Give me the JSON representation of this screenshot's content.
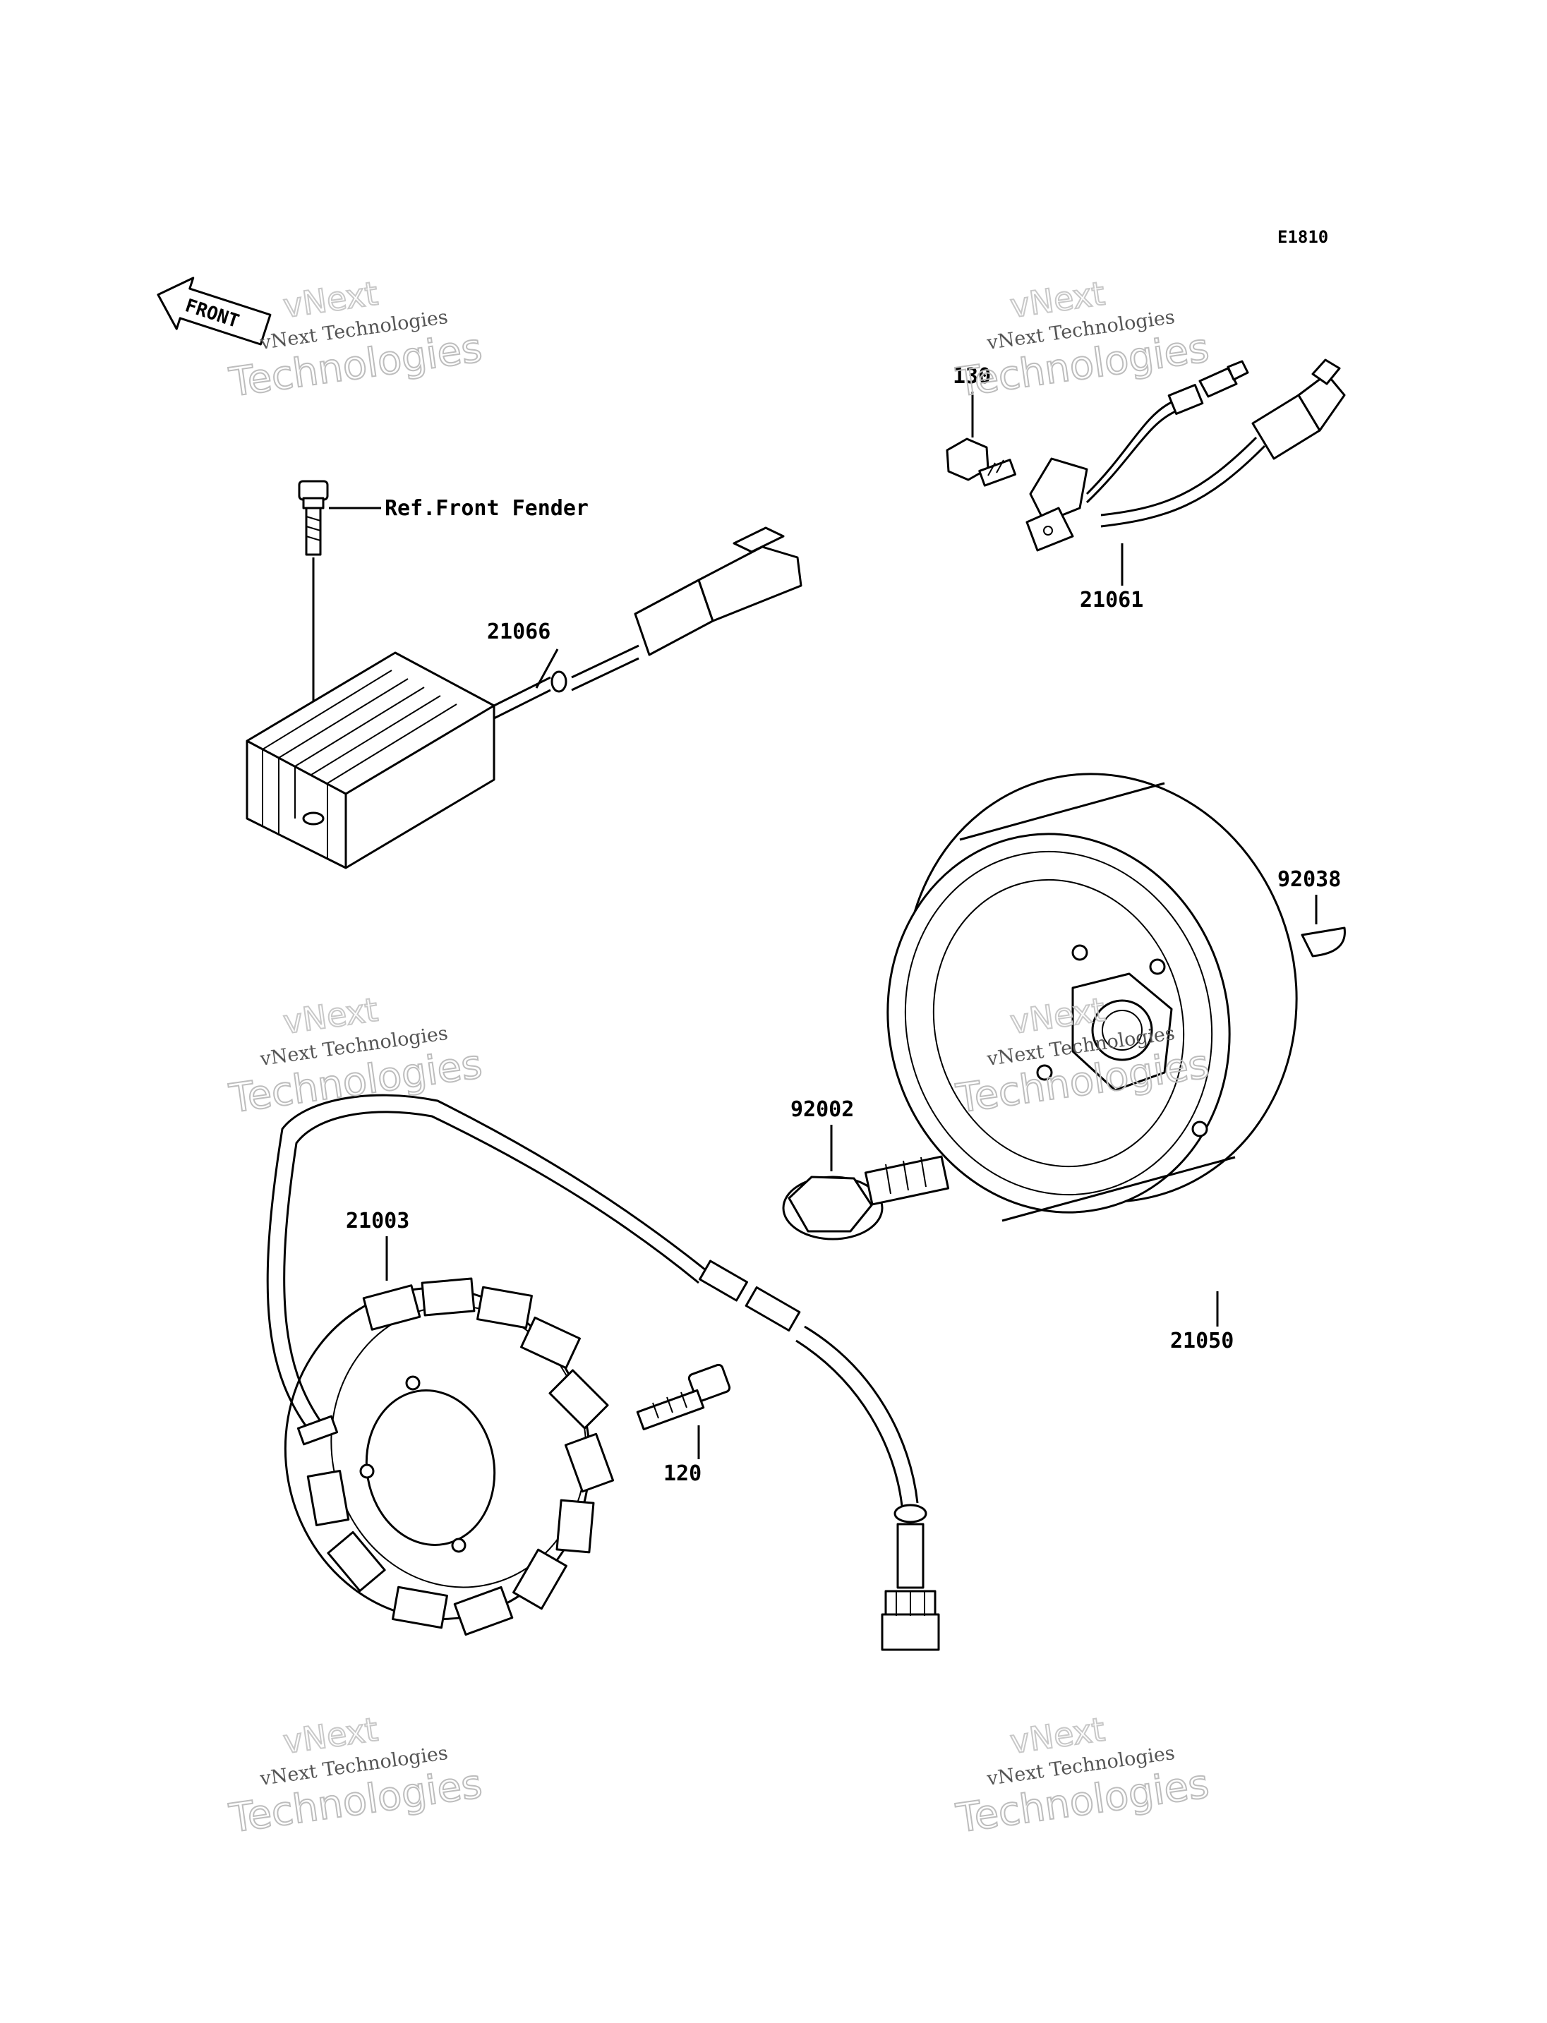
{
  "diagram_code": "E1810",
  "direction_label": "FRONT",
  "reference_note": "Ref.Front Fender",
  "callouts": {
    "regulator": "21066",
    "pickup_coil_bolt": "130",
    "pickup_coil": "21061",
    "key": "92038",
    "rotor": "21050",
    "rotor_bolt": "92002",
    "stator": "21003",
    "stator_bolt": "120"
  },
  "watermark": {
    "brand_top": "vNext",
    "company": "vNext Technologies",
    "brand_bottom": "Technologies"
  }
}
